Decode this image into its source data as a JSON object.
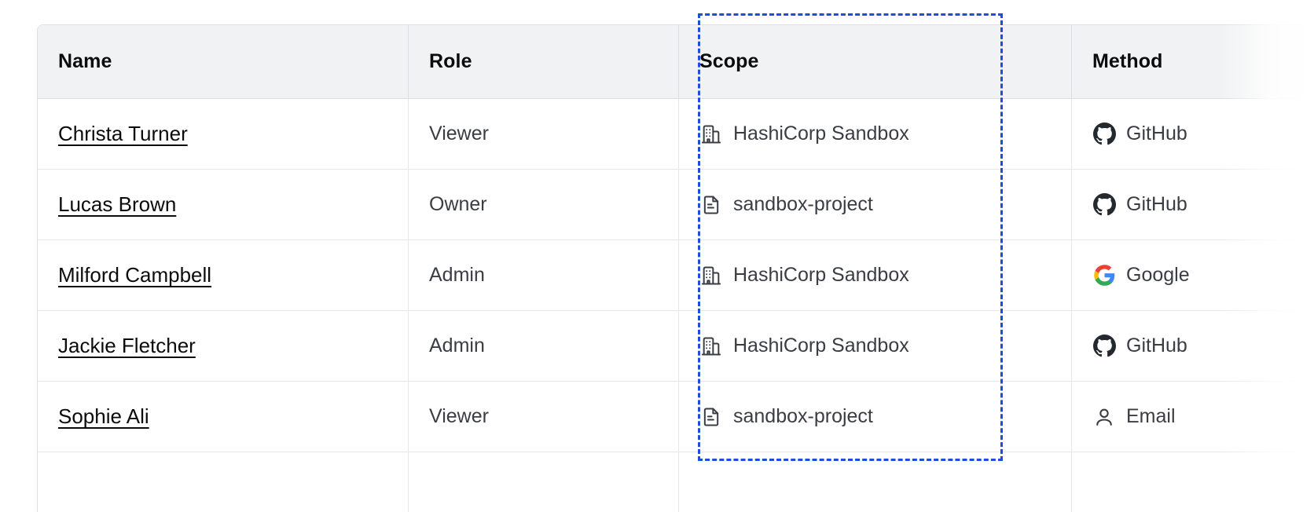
{
  "table": {
    "columns": [
      {
        "key": "name",
        "label": "Name"
      },
      {
        "key": "role",
        "label": "Role"
      },
      {
        "key": "scope",
        "label": "Scope"
      },
      {
        "key": "method",
        "label": "Method"
      }
    ],
    "rows": [
      {
        "name": "Christa Turner",
        "role": "Viewer",
        "scope": "HashiCorp Sandbox",
        "scope_icon": "organization-building-icon",
        "method": "GitHub",
        "method_icon": "github-icon"
      },
      {
        "name": "Lucas Brown",
        "role": "Owner",
        "scope": "sandbox-project",
        "scope_icon": "project-document-icon",
        "method": "GitHub",
        "method_icon": "github-icon"
      },
      {
        "name": "Milford Campbell",
        "role": "Admin",
        "scope": "HashiCorp Sandbox",
        "scope_icon": "organization-building-icon",
        "method": "Google",
        "method_icon": "google-icon"
      },
      {
        "name": "Jackie Fletcher",
        "role": "Admin",
        "scope": "HashiCorp Sandbox",
        "scope_icon": "organization-building-icon",
        "method": "GitHub",
        "method_icon": "github-icon"
      },
      {
        "name": "Sophie Ali",
        "role": "Viewer",
        "scope": "sandbox-project",
        "scope_icon": "project-document-icon",
        "method": "Email",
        "method_icon": "user-person-icon"
      },
      {
        "name": "",
        "role": "",
        "scope": "",
        "scope_icon": "",
        "method": "",
        "method_icon": ""
      }
    ]
  },
  "selection": {
    "target_column": "Scope",
    "border_color": "#1c4fd8",
    "style": "dashed"
  },
  "colors": {
    "header_background": "#f1f2f3",
    "header_text": "#0c0c0e",
    "body_text": "#3b3d45",
    "link_text": "#0c0c0e",
    "border": "#dedee3",
    "row_border": "#e6e7e9",
    "selection": "#1c4fd8",
    "github_icon": "#24292f",
    "google_blue": "#4285f4",
    "google_green": "#34a853",
    "google_yellow": "#fbbc05",
    "google_red": "#ea4335"
  }
}
